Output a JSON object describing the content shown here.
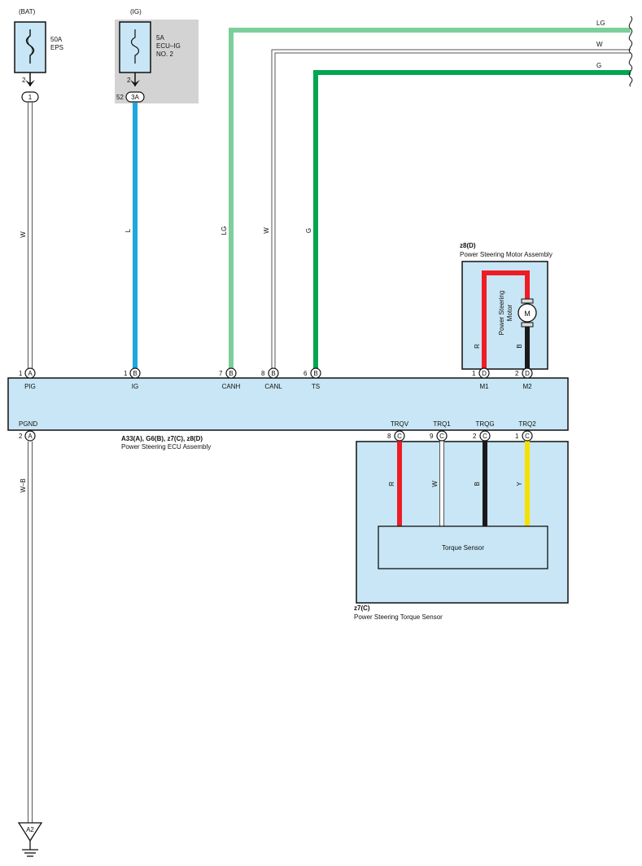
{
  "colors": {
    "light_blue": "#c8e6f5",
    "grey_box": "#d3d3d3",
    "wire_L": "#1ea7e1",
    "wire_LG": "#7ccf9a",
    "wire_G": "#00a651",
    "wire_R": "#ee1c25",
    "wire_B": "#1a1a1a",
    "wire_Y": "#f5e000",
    "wire_W": "#ffffff"
  },
  "supply": {
    "bat": {
      "label": "(BAT)",
      "fuse_amp": "50A",
      "fuse_name": "EPS",
      "pin": "2",
      "conn_pin": "1"
    },
    "ig": {
      "label": "(IG)",
      "fuse_amp": "5A",
      "fuse_name": "ECU–IG",
      "fuse_name2": "NO. 2",
      "pin": "2",
      "conn_num": "52",
      "conn_pin": "3A"
    }
  },
  "wires": {
    "bat_w": "W",
    "ig_l": "L",
    "lg_vert": "LG",
    "w_vert": "W",
    "g_vert": "G",
    "lg_top": "LG",
    "w_top": "W",
    "g_top": "G",
    "ground": "W–B",
    "motor_r": "R",
    "motor_b": "B",
    "sensor_r": "R",
    "sensor_w": "W",
    "sensor_b": "B",
    "sensor_y": "Y"
  },
  "ecu": {
    "caption_id": "A33(A), G6(B), z7(C), z8(D)",
    "caption_name": "Power Steering ECU Assembly",
    "top_pins": [
      {
        "num": "1",
        "conn": "A",
        "name": "PIG"
      },
      {
        "num": "1",
        "conn": "B",
        "name": "IG"
      },
      {
        "num": "7",
        "conn": "B",
        "name": "CANH"
      },
      {
        "num": "8",
        "conn": "B",
        "name": "CANL"
      },
      {
        "num": "6",
        "conn": "B",
        "name": "TS"
      },
      {
        "num": "1",
        "conn": "D",
        "name": "M1"
      },
      {
        "num": "2",
        "conn": "D",
        "name": "M2"
      }
    ],
    "bottom_pins": [
      {
        "num": "2",
        "conn": "A",
        "name": "PGND"
      },
      {
        "num": "8",
        "conn": "C",
        "name": "TRQV"
      },
      {
        "num": "9",
        "conn": "C",
        "name": "TRQ1"
      },
      {
        "num": "2",
        "conn": "C",
        "name": "TRQG"
      },
      {
        "num": "1",
        "conn": "C",
        "name": "TRQ2"
      }
    ]
  },
  "motor": {
    "id": "z8(D)",
    "name": "Power Steering Motor Assembly",
    "inner_label_1": "Power Steering",
    "inner_label_2": "Motor",
    "symbol": "M"
  },
  "torque_sensor": {
    "id": "z7(C)",
    "name": "Power Steering Torque Sensor",
    "inner_label": "Torque Sensor"
  },
  "ground": {
    "label": "A2"
  }
}
